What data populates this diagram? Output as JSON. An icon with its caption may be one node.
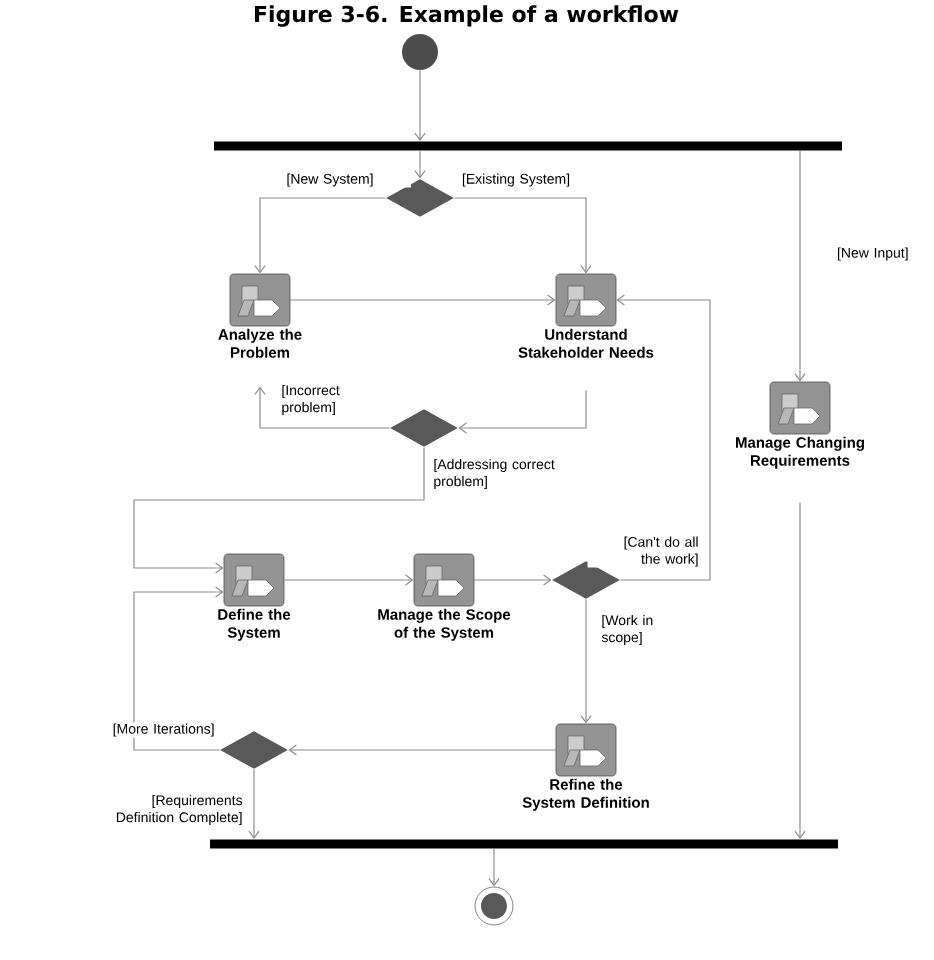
{
  "diagram": {
    "title": "Figure 3-6. Example of a workflow",
    "nodes": [
      {
        "text": [],
        "shape": "circle"
      },
      {
        "text": [],
        "shape": "bar"
      },
      {
        "text": [],
        "shape": "diamond"
      },
      {
        "text": [
          "Analyze the Problem"
        ]
      },
      {
        "text": [
          "Understand Stakeholder Needs"
        ]
      },
      {
        "text": [
          "Manage Changing Requirements"
        ]
      },
      {
        "text": [],
        "shape": "diamond"
      },
      {
        "text": [
          "Define the System"
        ]
      },
      {
        "text": [
          "Manage the Scope of the System"
        ]
      },
      {
        "text": [],
        "shape": "diamond"
      },
      {
        "text": [
          "Refine the System Definition"
        ]
      },
      {
        "text": [],
        "shape": "diamond"
      },
      {
        "text": [],
        "shape": "bar"
      },
      {
        "text": [],
        "shape": "circle"
      }
    ],
    "edges": [
      {
        "from": 0,
        "to": 1,
        "arrow": "to"
      },
      {
        "from": 1,
        "to": 2,
        "arrow": "to"
      },
      {
        "from": 2,
        "to": 3,
        "arrow": "to",
        "label": "[New System]"
      },
      {
        "from": 2,
        "to": 4,
        "arrow": "to",
        "label": "[Existing System]"
      },
      {
        "from": 1,
        "to": 5,
        "arrow": "to",
        "label": "[New Input]"
      },
      {
        "from": 3,
        "to": 4,
        "arrow": "to"
      },
      {
        "from": 4,
        "to": 6,
        "arrow": "to"
      },
      {
        "from": 6,
        "to": 3,
        "arrow": "to",
        "label": "[Incorrect problem]"
      },
      {
        "from": 6,
        "to": 7,
        "arrow": "to",
        "label": "[Addressing correct problem]"
      },
      {
        "from": 7,
        "to": 8,
        "arrow": "to"
      },
      {
        "from": 8,
        "to": 9,
        "arrow": "to"
      },
      {
        "from": 9,
        "to": 4,
        "arrow": "to",
        "label": "[Can't do all the work]"
      },
      {
        "from": 9,
        "to": 10,
        "arrow": "to",
        "label": "[Work in scope]"
      },
      {
        "from": 10,
        "to": 11,
        "arrow": "to"
      },
      {
        "from": 11,
        "to": 7,
        "arrow": "to",
        "label": "[More Iterations]"
      },
      {
        "from": 11,
        "to": 12,
        "arrow": "to",
        "label": "[Requirements Definition Complete]"
      },
      {
        "from": 5,
        "to": 12,
        "arrow": "to"
      },
      {
        "from": 12,
        "to": 13,
        "arrow": "to"
      }
    ]
  }
}
